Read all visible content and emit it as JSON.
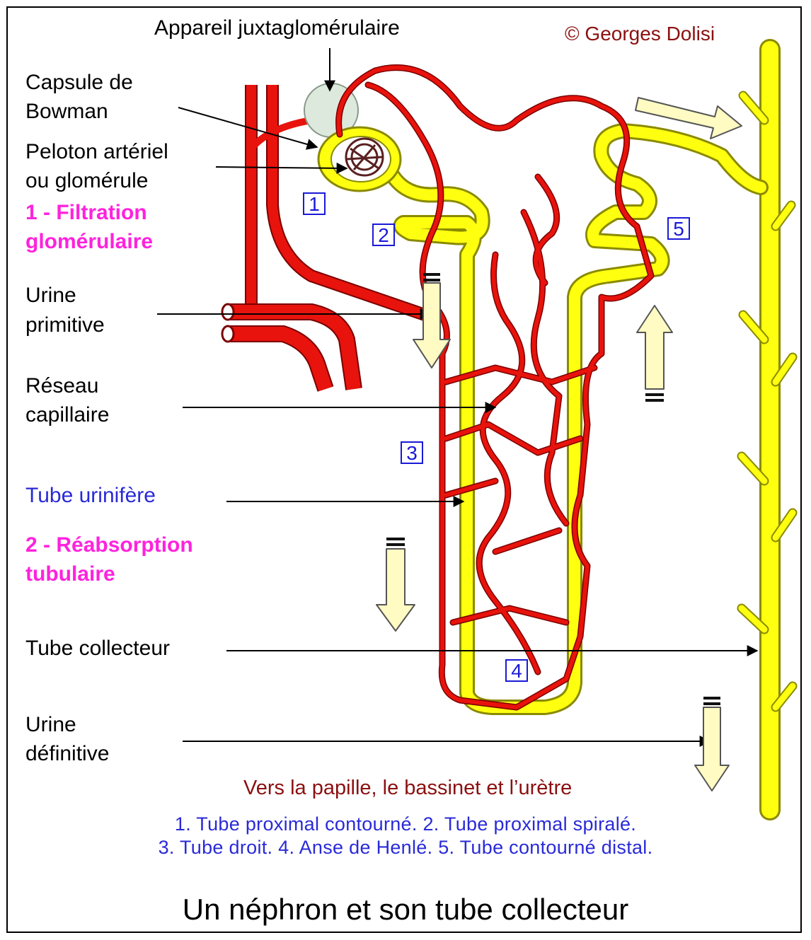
{
  "diagram": {
    "copyright": "© Georges Dolisi",
    "labels": {
      "juxta": "Appareil juxtaglomérulaire",
      "capsule_1": "Capsule de",
      "capsule_2": "Bowman",
      "peloton_1": "Peloton artériel",
      "peloton_2": "ou glomérule",
      "filtration_1": "1 - Filtration",
      "filtration_2": "glomérulaire",
      "urine_prim_1": "Urine",
      "urine_prim_2": "primitive",
      "reseau_1": "Réseau",
      "reseau_2": "capillaire",
      "tube_urinifere": "Tube urinifère",
      "reabsorption_1": "2 - Réabsorption",
      "reabsorption_2": "tubulaire",
      "tube_collecteur": "Tube collecteur",
      "urine_def_1": "Urine",
      "urine_def_2": "définitive",
      "vers": "Vers la papille, le bassinet et l’urètre"
    },
    "numbers": [
      "1",
      "2",
      "3",
      "4",
      "5"
    ],
    "legend_1": "1. Tube proximal contourné. 2. Tube proximal spiralé.",
    "legend_2": "3. Tube droit. 4. Anse de Henlé. 5. Tube contourné distal.",
    "title": "Un néphron et son tube collecteur"
  },
  "colors": {
    "vessel": "#e8130c",
    "vessel_outline": "#7a0000",
    "tube": "#ffff10",
    "tube_outline": "#8a8a00",
    "arrow": "#fffbc2",
    "juxta": "#dde9dc",
    "magenta": "#ff22dd",
    "blue": "#2a2ad8",
    "dark_red": "#8b1010"
  }
}
